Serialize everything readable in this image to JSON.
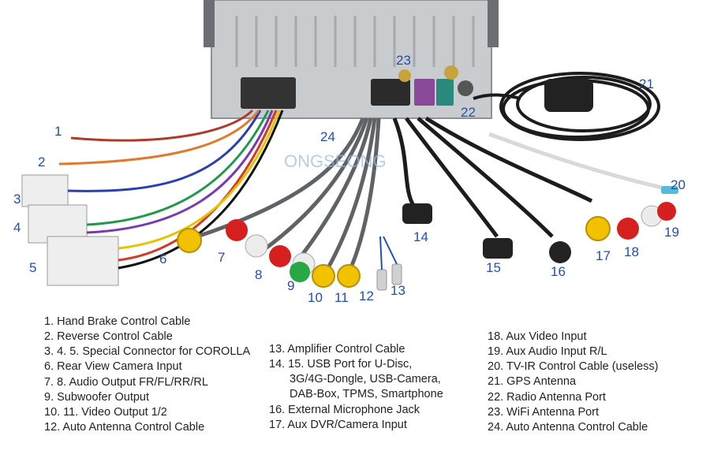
{
  "colors": {
    "number_label": "#1f4fb3",
    "legend_text": "#222222",
    "chassis": "#c9ccce",
    "red_plug": "#d62020",
    "yellow_plug": "#f2c200",
    "white_plug": "#ececec",
    "green_plug": "#28a745"
  },
  "watermark": "ONGSEONG",
  "callouts": [
    "1",
    "2",
    "3",
    "4",
    "5",
    "6",
    "7",
    "8",
    "9",
    "10",
    "11",
    "12",
    "13",
    "14",
    "15",
    "16",
    "17",
    "18",
    "19",
    "20",
    "21",
    "22",
    "23",
    "24"
  ],
  "legend": {
    "col1": [
      "1. Hand Brake Control Cable",
      "2. Reverse Control Cable",
      "3. 4. 5. Special Connector for COROLLA",
      "6. Rear View Camera Input",
      "7. 8. Audio Output FR/FL/RR/RL",
      "9. Subwoofer Output",
      "10. 11. Video Output 1/2",
      "12. Auto Antenna Control Cable"
    ],
    "col2": [
      "13. Amplifier Control Cable",
      "14. 15. USB Port for U-Disc,",
      "3G/4G-Dongle, USB-Camera,",
      "DAB-Box, TPMS, Smartphone",
      "16. External Microphone Jack",
      "17. Aux DVR/Camera Input"
    ],
    "col3": [
      "18. Aux Video Input",
      "19. Aux Audio Input R/L",
      "20. TV-IR Control Cable (useless)",
      "21. GPS Antenna",
      "22. Radio Antenna Port",
      "23. WiFi Antenna Port",
      "24. Auto Antenna Control Cable"
    ]
  }
}
